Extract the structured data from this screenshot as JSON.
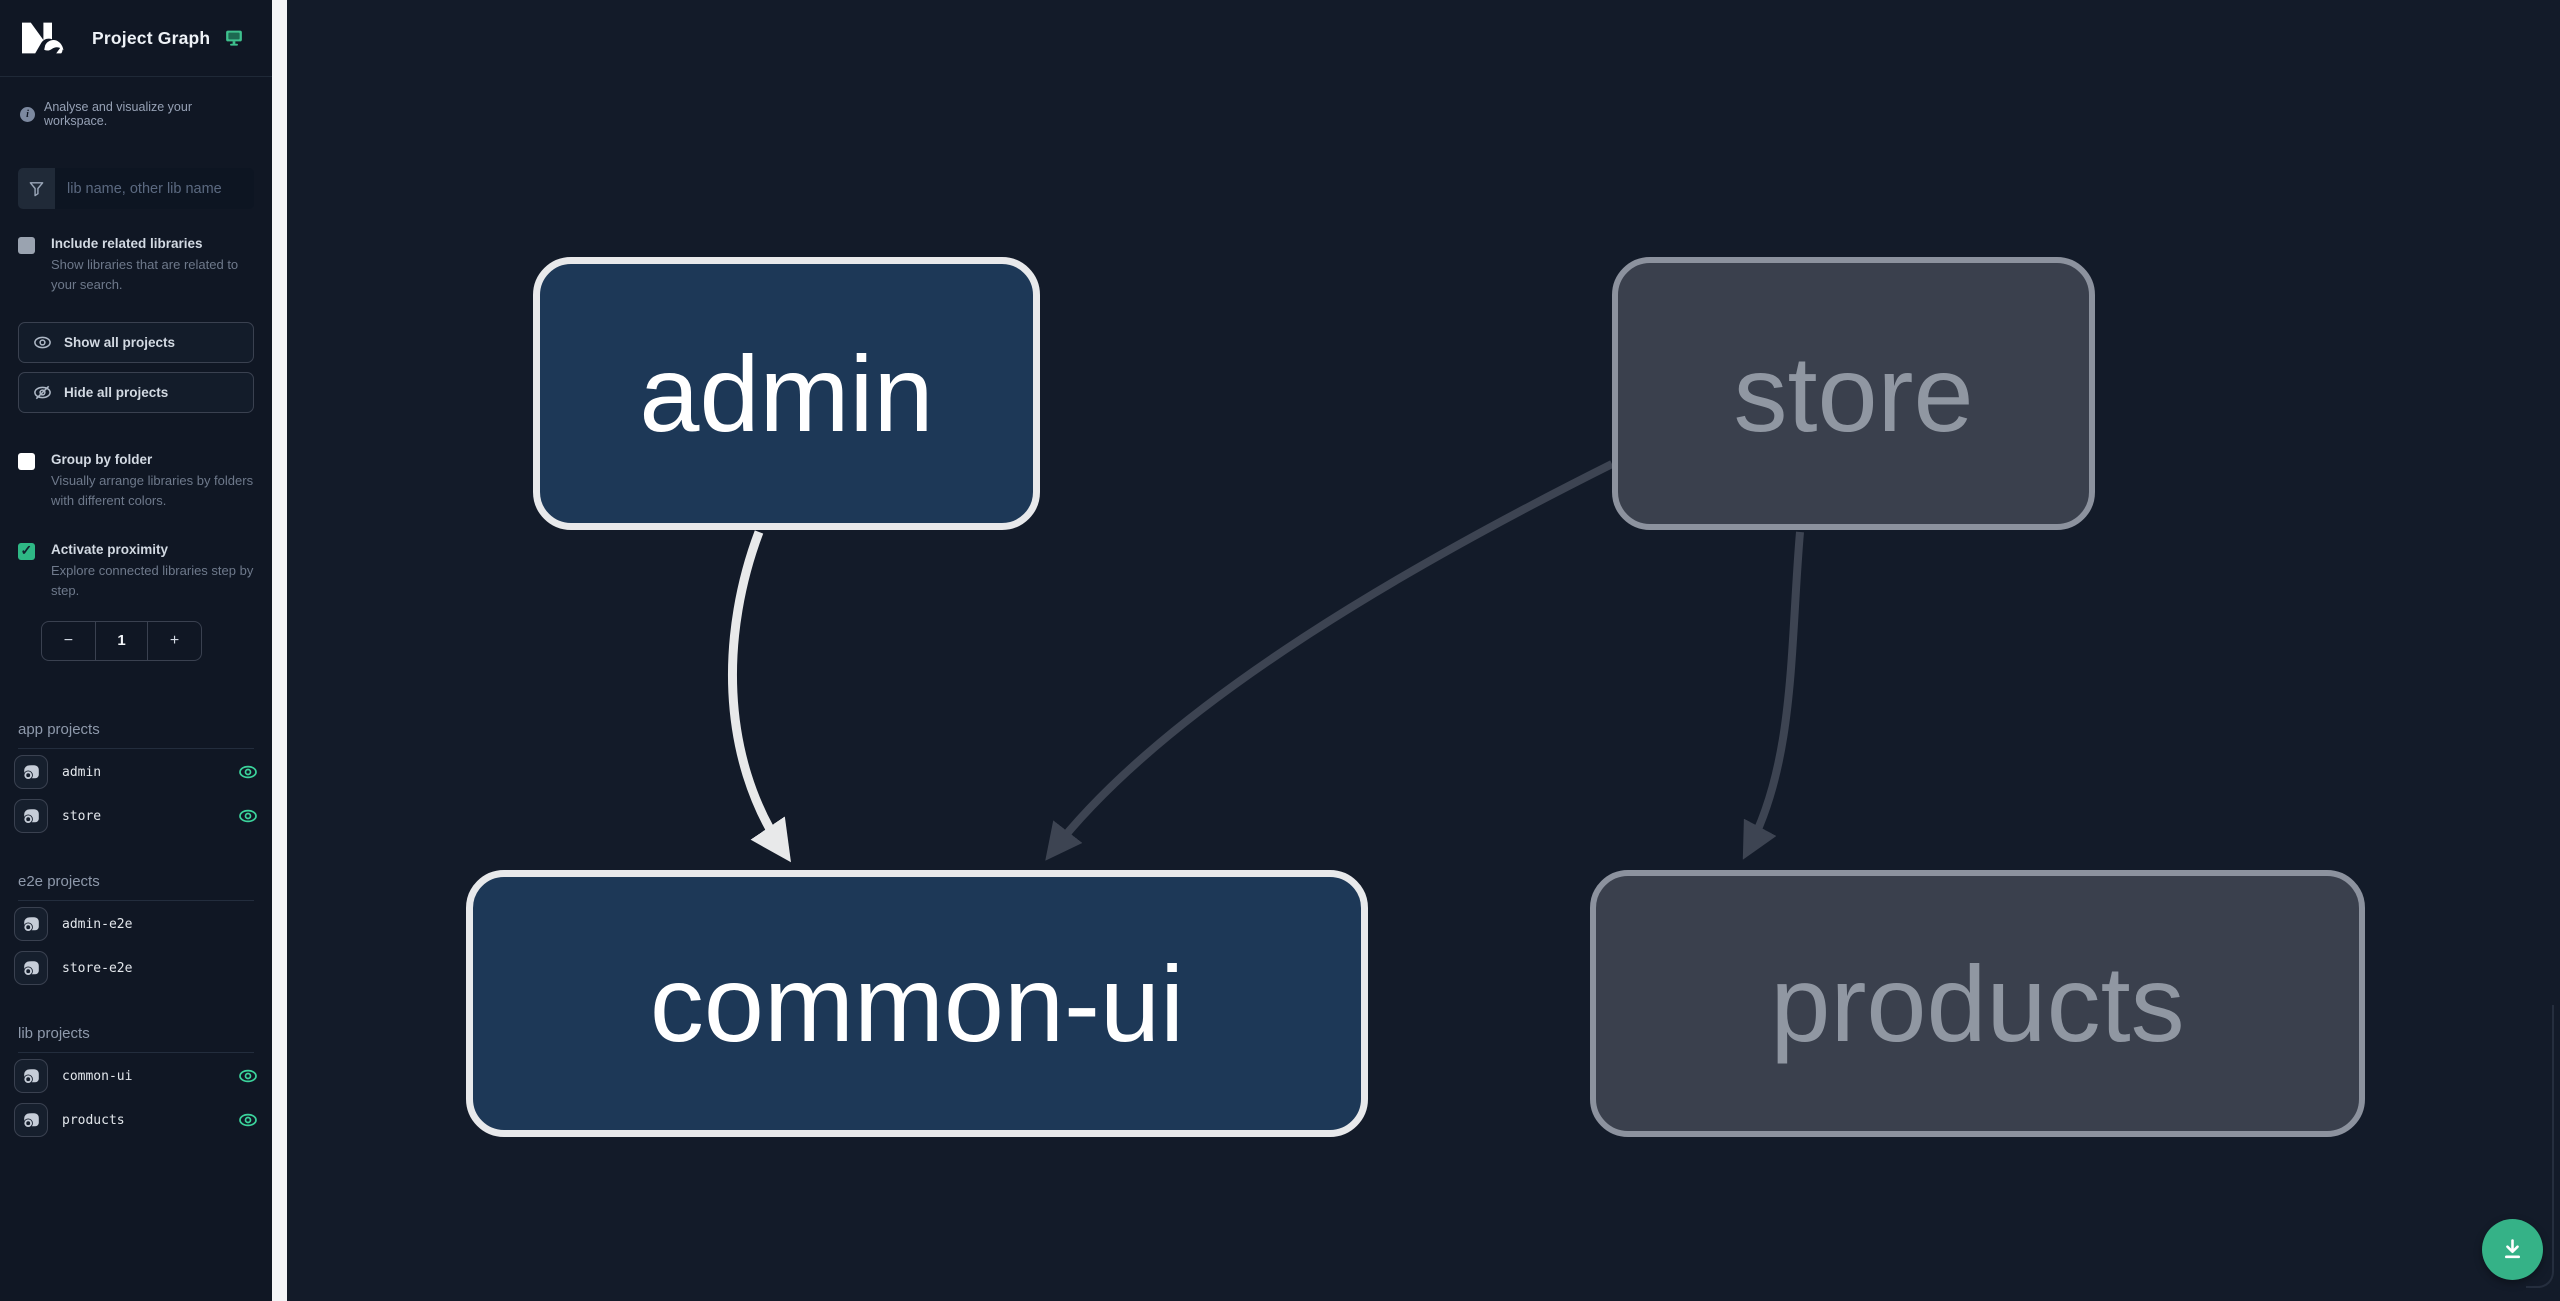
{
  "app": {
    "title": "Project Graph",
    "tagline": "Analyse and visualize your workspace."
  },
  "search": {
    "placeholder": "lib name, other lib name"
  },
  "controls": {
    "include_related": {
      "label": "Include related libraries",
      "description": "Show libraries that are related to your search.",
      "checked": false
    },
    "show_all_label": "Show all projects",
    "hide_all_label": "Hide all projects",
    "group_by_folder": {
      "label": "Group by folder",
      "description": "Visually arrange libraries by folders with different colors.",
      "checked": false
    },
    "activate_proximity": {
      "label": "Activate proximity",
      "description": "Explore connected libraries step by step.",
      "checked": true
    },
    "proximity": {
      "decrement": "−",
      "value": "1",
      "increment": "+"
    }
  },
  "sections": [
    {
      "title": "app projects",
      "items": [
        {
          "name": "admin",
          "visible": true
        },
        {
          "name": "store",
          "visible": true
        }
      ]
    },
    {
      "title": "e2e projects",
      "items": [
        {
          "name": "admin-e2e",
          "visible": false
        },
        {
          "name": "store-e2e",
          "visible": false
        }
      ]
    },
    {
      "title": "lib projects",
      "items": [
        {
          "name": "common-ui",
          "visible": true
        },
        {
          "name": "products",
          "visible": true
        }
      ]
    }
  ],
  "graph": {
    "nodes": [
      {
        "id": "admin",
        "label": "admin",
        "type": "app",
        "state": "focused"
      },
      {
        "id": "store",
        "label": "store",
        "type": "app",
        "state": "unfocused"
      },
      {
        "id": "common-ui",
        "label": "common-ui",
        "type": "lib",
        "state": "focused"
      },
      {
        "id": "products",
        "label": "products",
        "type": "lib",
        "state": "unfocused"
      }
    ],
    "edges": [
      {
        "source": "admin",
        "target": "common-ui",
        "highlighted": true
      },
      {
        "source": "store",
        "target": "common-ui",
        "highlighted": false
      },
      {
        "source": "store",
        "target": "products",
        "highlighted": false
      }
    ]
  },
  "icons": {
    "header_right": "monitor-icon",
    "tagline": "info-icon",
    "search": "filter-icon",
    "show_all": "eye-icon",
    "hide_all": "eye-off-icon",
    "project_row": "focus-icon",
    "visibility_toggle": "eye-icon",
    "fab": "download-icon"
  },
  "colors": {
    "accent_green": "#35b287",
    "eye_green": "#3bd49c",
    "checkbox_checked_green": "#2eb885",
    "focused_node_fill": "#1d3857",
    "focused_node_border": "#e8e9eb",
    "unfocused_node_fill": "#3a404d",
    "unfocused_node_border": "#8c929e",
    "edge_highlighted": "#e8e9ea",
    "edge_default": "#3d4452",
    "sidebar_bg": "#101724",
    "canvas_bg": "#131b29",
    "divider": "#f4f5f7"
  }
}
